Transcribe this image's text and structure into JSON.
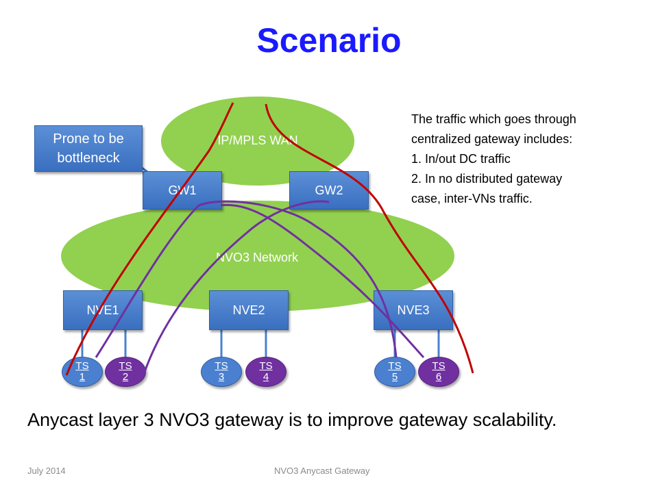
{
  "title": "Scenario",
  "wan_label": "IP/MPLS WAN",
  "nvo3_label": "NVO3 Network",
  "callout": {
    "line1": "Prone to be",
    "line2": "bottleneck"
  },
  "gateways": [
    {
      "label": "GW1"
    },
    {
      "label": "GW2"
    }
  ],
  "nves": [
    {
      "label": "NVE1"
    },
    {
      "label": "NVE2"
    },
    {
      "label": "NVE3"
    }
  ],
  "tenant_systems": [
    {
      "label": "TS\n1",
      "color": "blue"
    },
    {
      "label": "TS\n2",
      "color": "purple"
    },
    {
      "label": "TS\n3",
      "color": "blue"
    },
    {
      "label": "TS\n4",
      "color": "purple"
    },
    {
      "label": "TS\n5",
      "color": "blue"
    },
    {
      "label": "TS\n6",
      "color": "purple"
    }
  ],
  "note": {
    "lines": [
      "The traffic which goes through",
      "centralized gateway includes:",
      "1. In/out DC traffic",
      "2. In no distributed gateway",
      "case, inter-VNs traffic."
    ]
  },
  "caption": "Anycast layer 3 NVO3 gateway is to improve gateway scalability.",
  "footer": {
    "date": "July 2014",
    "center": "NVO3 Anycast Gateway"
  },
  "colors": {
    "ellipse": "#92d050",
    "box": "#4a80cf",
    "red_path": "#c00000",
    "purple_path": "#7030a0"
  }
}
